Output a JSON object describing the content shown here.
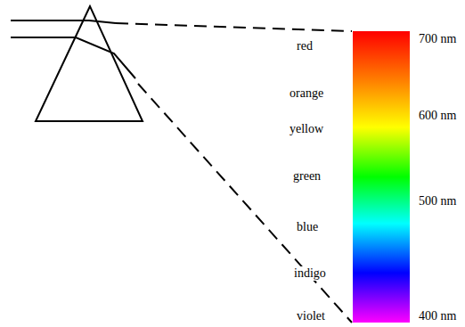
{
  "diagram": {
    "labels": [
      "red",
      "700 nm",
      "orange",
      "600 nm",
      "yellow",
      "green",
      "500 nm",
      "blue",
      "indigo",
      "violet",
      "400 nm"
    ]
  }
}
